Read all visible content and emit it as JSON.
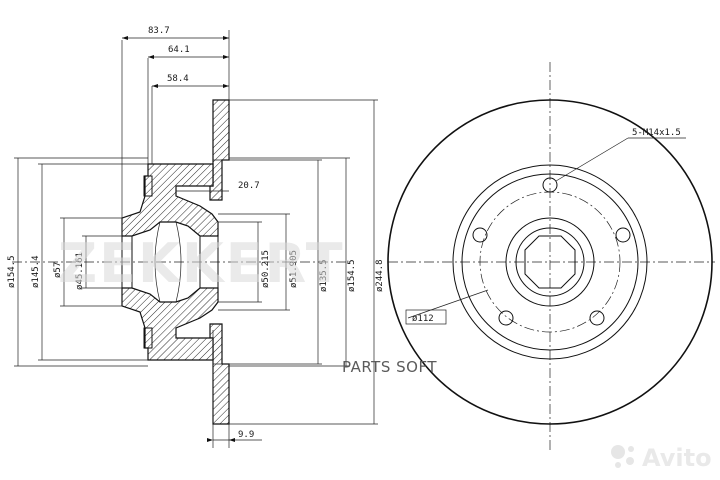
{
  "watermark": {
    "brand": "ZEKKERT",
    "parts_soft": "PARTS SOFT",
    "avito": "Avito"
  },
  "dimensions": {
    "overall_depth": "83.7",
    "hub_face_depth": "64.1",
    "flange_depth": "58.4",
    "hub_offset": "20.7",
    "disc_thickness": "9.9",
    "dia_outer_left": "ø154.5",
    "dia_145_4": "ø145.4",
    "dia_57": "ø57",
    "dia_45_161": "ø45.161",
    "dia_50_215": "ø50.215",
    "dia_51_905": "ø51.905",
    "dia_135_5": "ø135.5",
    "dia_154_5": "ø154.5",
    "dia_244_8": "ø244.8",
    "bolt_circle": "ø112",
    "studs": "5-M14x1.5"
  },
  "colors": {
    "line": "#111111",
    "watermark": "#d9d9d9"
  }
}
